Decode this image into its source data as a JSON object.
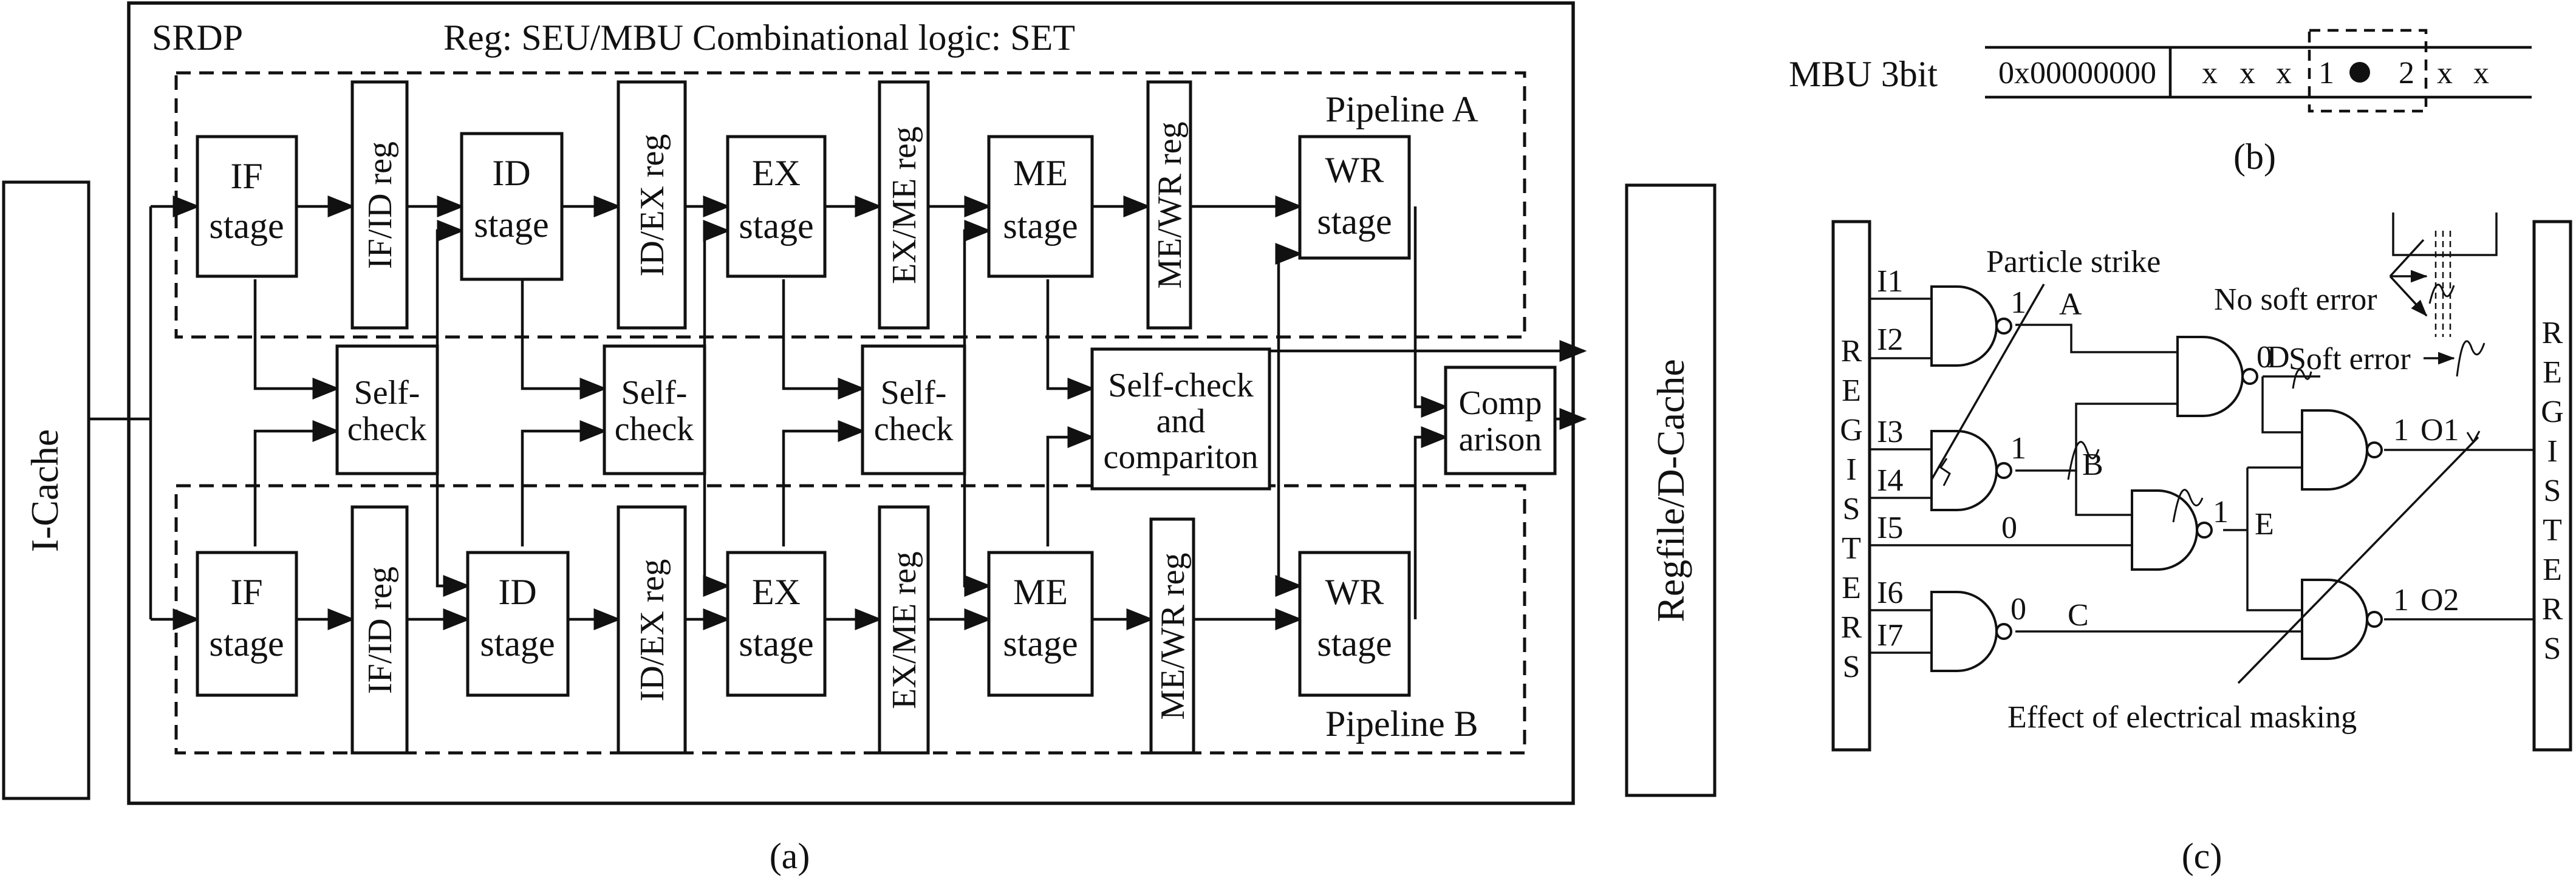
{
  "panel_a": {
    "caption": "(a)",
    "icache": "I-Cache",
    "regfile": "Regfile/D-Cache",
    "srdp": "SRDP",
    "legend": "Reg: SEU/MBU  Combinational logic: SET",
    "pipeline_a": "Pipeline A",
    "pipeline_b": "Pipeline B",
    "if_stage": [
      "IF",
      "stage"
    ],
    "id_stage": [
      "ID",
      "stage"
    ],
    "ex_stage": [
      "EX",
      "stage"
    ],
    "me_stage": [
      "ME",
      "stage"
    ],
    "wr_stage": [
      "WR",
      "stage"
    ],
    "if_id_reg": "IF/ID reg",
    "id_ex_reg": "ID/EX reg",
    "ex_me_reg": "EX/ME reg",
    "me_wr_reg": "ME/WR reg",
    "self_check": [
      "Self-",
      "check"
    ],
    "self_check_cmp": [
      "Self-check",
      "and",
      "compariton"
    ],
    "comparison": [
      "Comp",
      "arison"
    ]
  },
  "panel_b": {
    "caption": "(b)",
    "label": "MBU 3bit",
    "address": "0x00000000",
    "bits_left": [
      "x",
      "x",
      "x"
    ],
    "bit_1": "1",
    "bit_2": "2",
    "bits_right": [
      "x",
      "x"
    ]
  },
  "panel_c": {
    "caption": "(c)",
    "registers": [
      "R",
      "E",
      "G",
      "I",
      "S",
      "T",
      "E",
      "R",
      "S"
    ],
    "inputs": [
      "I1",
      "I2",
      "I3",
      "I4",
      "I5",
      "I6",
      "I7"
    ],
    "nodes": {
      "a": "A",
      "b": "B",
      "c": "C",
      "d": "D",
      "e": "E"
    },
    "logic_values": {
      "g1": "1",
      "g2": "1",
      "g3": "0",
      "g_d": "0",
      "g_e": "1",
      "i5": "0",
      "o1": "1",
      "o2": "1"
    },
    "outputs": [
      "O1",
      "O2"
    ],
    "particle_strike": "Particle strike",
    "no_soft_error": "No soft error",
    "soft_error": "Soft error",
    "electrical_masking": "Effect of electrical masking"
  }
}
